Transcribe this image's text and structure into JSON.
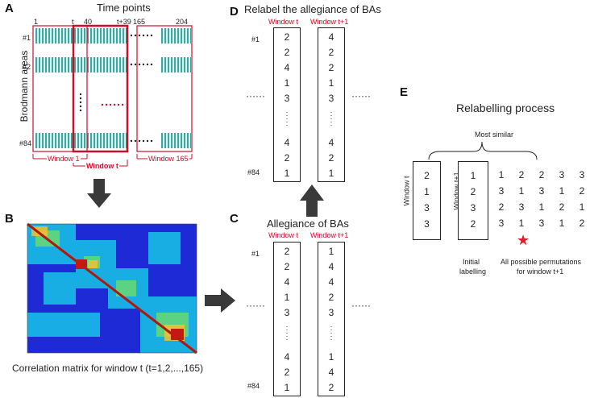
{
  "panels": {
    "A": "A",
    "B": "B",
    "C": "C",
    "D": "D",
    "E": "E"
  },
  "panelA": {
    "title": "Time points",
    "ylabel": "Brodmann areas",
    "ticks": [
      "1",
      "t",
      "40",
      "t+39",
      "165",
      "204"
    ],
    "rows": [
      "#1",
      "#2",
      "#84"
    ],
    "windows": [
      "Window 1",
      "Window t",
      "Window 165"
    ]
  },
  "panelB": {
    "caption": "Correlation matrix for window t (t=1,2,...,165)"
  },
  "panelC": {
    "title": "Allegiance of BAs",
    "col_labels": [
      "Window t",
      "Window t+1"
    ],
    "rows": [
      "#1",
      "#84"
    ],
    "window_t": [
      "2",
      "2",
      "4",
      "1",
      "3",
      "4",
      "2",
      "1"
    ],
    "window_t1": [
      "1",
      "4",
      "4",
      "2",
      "3",
      "1",
      "4",
      "2"
    ]
  },
  "panelD": {
    "title": "Relabel the allegiance of BAs",
    "col_labels": [
      "Window t",
      "Window t+1"
    ],
    "rows": [
      "#1",
      "#84"
    ],
    "window_t": [
      "2",
      "2",
      "4",
      "1",
      "3",
      "4",
      "2",
      "1"
    ],
    "window_t1": [
      "4",
      "2",
      "2",
      "1",
      "3",
      "4",
      "2",
      "1"
    ]
  },
  "panelE": {
    "title": "Relabelling process",
    "most_similar": "Most similar",
    "window_t_label": "Window t",
    "window_t1_label": "Window t+1",
    "window_t_values": [
      "2",
      "1",
      "3",
      "3"
    ],
    "initial_values": [
      "1",
      "2",
      "3",
      "2"
    ],
    "permutations": [
      [
        "1",
        "2",
        "2",
        "3",
        "3"
      ],
      [
        "3",
        "1",
        "3",
        "1",
        "2"
      ],
      [
        "2",
        "3",
        "1",
        "2",
        "1"
      ],
      [
        "3",
        "1",
        "3",
        "1",
        "2"
      ]
    ],
    "initial_label_line1": "Initial",
    "initial_label_line2": "labelling",
    "perm_label_line1": "All possible permutations",
    "perm_label_line2": "for window t+1",
    "star": "★"
  },
  "colors": {
    "red": "#c8102e",
    "teal": "#3aa8a0",
    "arrow": "#3a3a3a"
  }
}
